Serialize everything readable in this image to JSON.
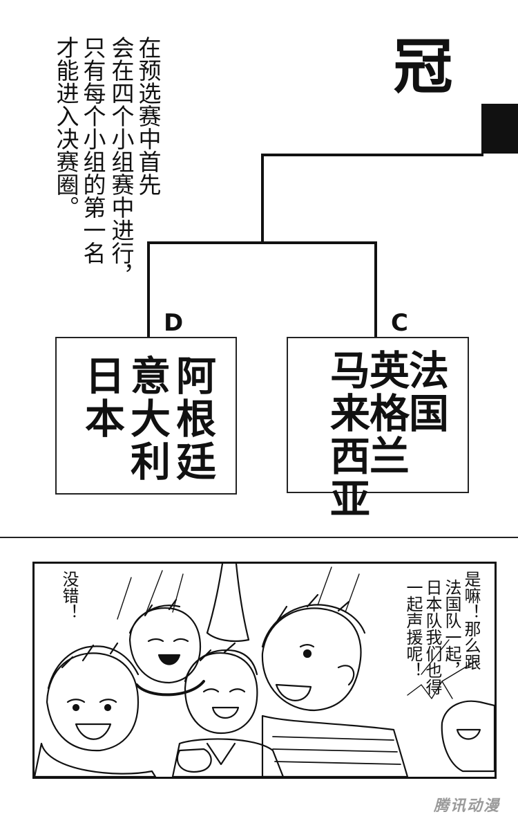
{
  "caption": {
    "lines": [
      "在预选赛中首先",
      "会在四个小组赛中进行，",
      "只有每个小组的第一名",
      "才能进入决赛圈。"
    ]
  },
  "bracket": {
    "champion_label": "冠",
    "group_d": {
      "label": "D",
      "teams": [
        "阿根廷",
        "意大利",
        "日本"
      ]
    },
    "group_c": {
      "label": "C",
      "teams": [
        "法国",
        "英格兰",
        "马来西亚"
      ]
    }
  },
  "panel": {
    "left_bubble": [
      "没错！"
    ],
    "right_bubble": [
      "是嘛！那么跟",
      "法国队一起，",
      "日本队我们也得",
      "一起声援呢！"
    ]
  },
  "watermark": "腾讯动漫"
}
